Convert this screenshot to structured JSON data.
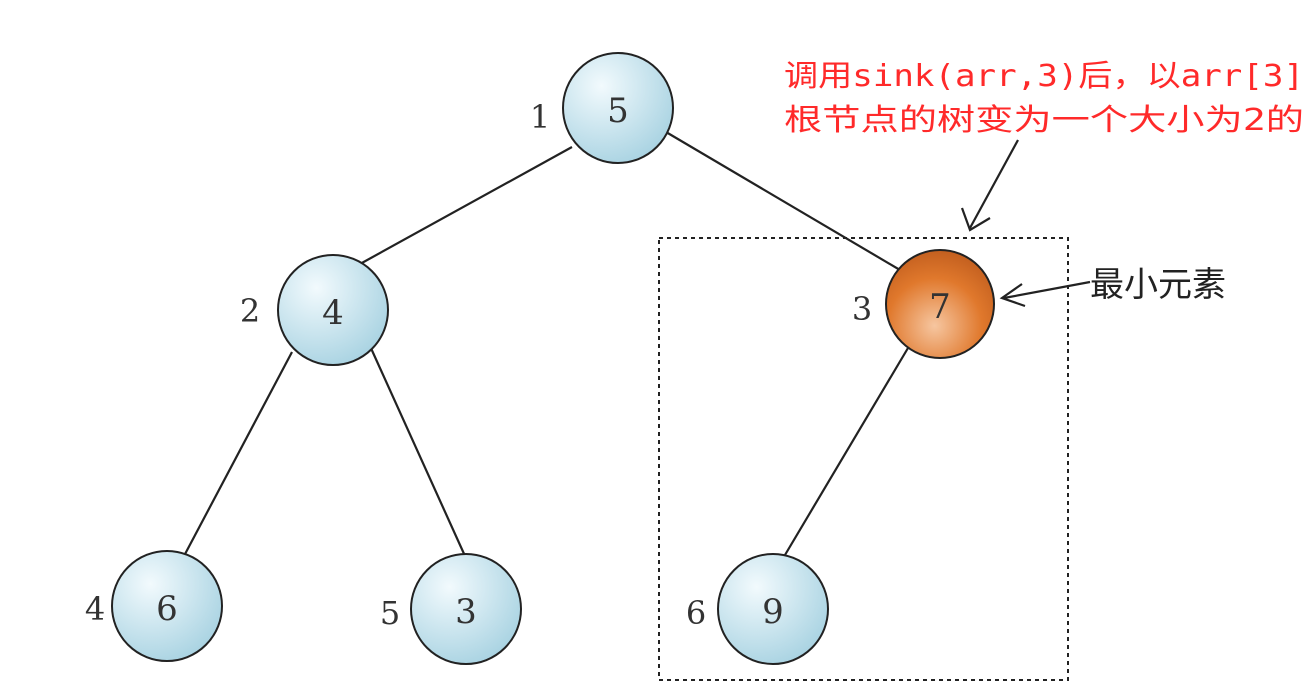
{
  "nodes": [
    {
      "id": "node-1",
      "index": "1",
      "value": "5",
      "highlight": false
    },
    {
      "id": "node-2",
      "index": "2",
      "value": "4",
      "highlight": false
    },
    {
      "id": "node-3",
      "index": "3",
      "value": "7",
      "highlight": true
    },
    {
      "id": "node-4",
      "index": "4",
      "value": "6",
      "highlight": false
    },
    {
      "id": "node-5",
      "index": "5",
      "value": "3",
      "highlight": false
    },
    {
      "id": "node-6",
      "index": "6",
      "value": "9",
      "highlight": false
    }
  ],
  "annotation": {
    "line1": "调用sink(arr,3)后，以arr[3]",
    "line2": "根节点的树变为一个大小为2的",
    "color": "#ff2a2a"
  },
  "label_min": "最小元素",
  "colors": {
    "node_fill": "#bfe0ea",
    "node_stroke": "#222222",
    "highlight_fill": "#e07a2e",
    "edge": "#222222"
  }
}
